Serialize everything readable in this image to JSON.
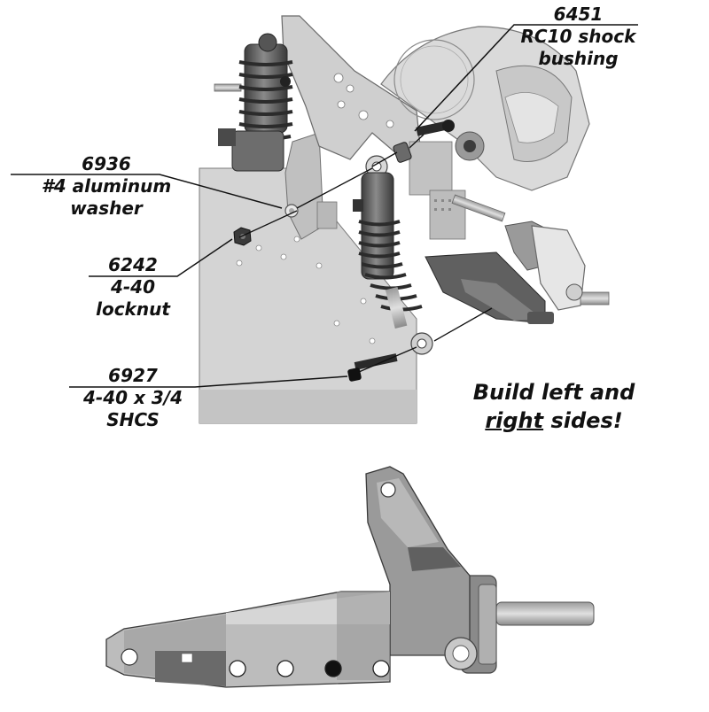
{
  "callouts": [
    {
      "id": "6451",
      "part": "6451",
      "desc1": "RC10 shock",
      "desc2": "bushing"
    },
    {
      "id": "6936",
      "part": "6936",
      "desc1": "#4 aluminum",
      "desc2": "washer"
    },
    {
      "id": "6242",
      "part": "6242",
      "desc1": "4-40",
      "desc2": "locknut"
    },
    {
      "id": "6927",
      "part": "6927",
      "desc1": "4-40 x 3/4",
      "desc2": "SHCS"
    }
  ],
  "note": {
    "line1": "Build left and",
    "line2_a": "",
    "line2_under": "right",
    "line2_b": " sides!"
  },
  "colors": {
    "part_dark": "#5a5a5a",
    "part_mid": "#8c8c8c",
    "part_light": "#c8c8c8",
    "chassis": "#d6d6d6",
    "outline": "#3a3a3a"
  },
  "arm_holes": [
    {
      "filled": false
    },
    {
      "filled": false
    },
    {
      "filled": true
    },
    {
      "filled": false
    }
  ]
}
